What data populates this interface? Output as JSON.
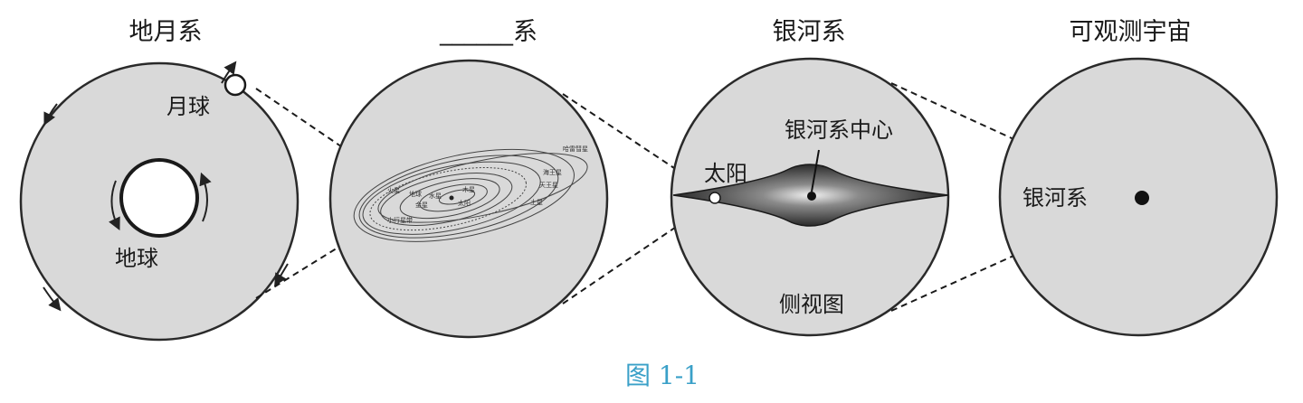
{
  "panels": {
    "earth_moon": {
      "title": "地月系",
      "moon_label": "月球",
      "earth_label": "地球"
    },
    "solar": {
      "title": "______系",
      "tiny_labels": [
        "哈雷彗星",
        "海王星",
        "天王星",
        "土星",
        "木星",
        "太阳",
        "金星",
        "地球",
        "火星",
        "水星",
        "小行星带"
      ]
    },
    "galaxy": {
      "title": "银河系",
      "sun_label": "太阳",
      "center_label": "银河系中心",
      "view_label": "侧视图"
    },
    "universe": {
      "title": "可观测宇宙",
      "galaxy_label": "银河系"
    }
  },
  "caption": "图 1-1"
}
